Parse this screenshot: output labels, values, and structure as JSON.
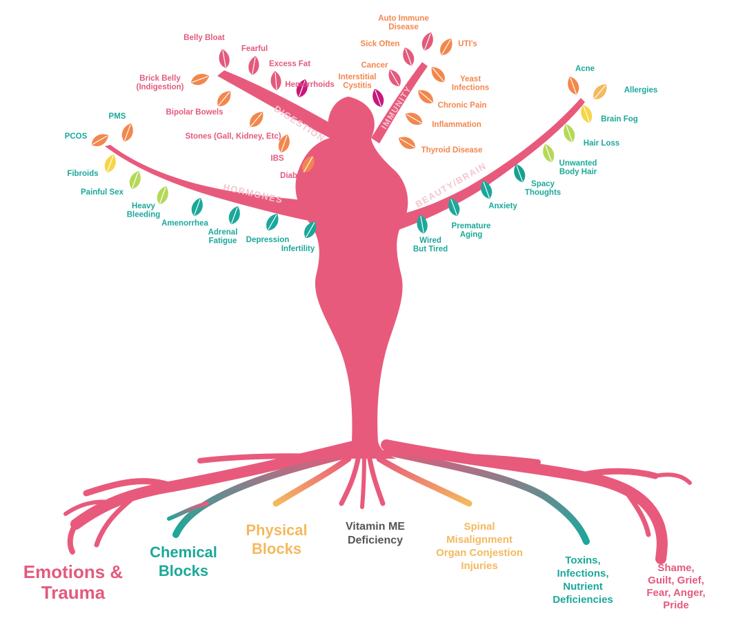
{
  "colors": {
    "body": "#E85A7C",
    "pink": "#E35A7C",
    "orange": "#F2874D",
    "teal": "#1BA89A",
    "gold": "#F4B95E",
    "gray": "#555555",
    "magenta": "#C6187A",
    "yellow": "#F7D54A",
    "lime": "#B6D85A",
    "tealdark": "#16A08F",
    "branchText": "#F4C6D2"
  },
  "branches": {
    "digestion": "DIGESTION",
    "immunity": "IMMUNITY",
    "hormones": "HORMONES",
    "beauty_brain": "BEAUTY/BRAIN"
  },
  "digestion": [
    {
      "id": "belly-bloat",
      "lines": [
        "Belly Bloat"
      ]
    },
    {
      "id": "fearful",
      "lines": [
        "Fearful"
      ]
    },
    {
      "id": "excess-fat",
      "lines": [
        "Excess Fat"
      ]
    },
    {
      "id": "brick-belly",
      "lines": [
        "Brick Belly",
        "(Indigestion)"
      ]
    },
    {
      "id": "hemorrhoids",
      "lines": [
        "Hemorrhoids"
      ]
    },
    {
      "id": "bipolar-bowels",
      "lines": [
        "Bipolar Bowels"
      ]
    },
    {
      "id": "stones",
      "lines": [
        "Stones (Gall, Kidney, Etc)"
      ]
    },
    {
      "id": "ibs",
      "lines": [
        "IBS"
      ]
    },
    {
      "id": "diabetes",
      "lines": [
        "Diabetes"
      ]
    }
  ],
  "immunity": [
    {
      "id": "auto-immune",
      "lines": [
        "Auto Immune",
        "Disease"
      ]
    },
    {
      "id": "sick-often",
      "lines": [
        "Sick Often"
      ]
    },
    {
      "id": "utis",
      "lines": [
        "UTI's"
      ]
    },
    {
      "id": "cancer",
      "lines": [
        "Cancer"
      ]
    },
    {
      "id": "interstitial-cystitis",
      "lines": [
        "Interstitial",
        "Cystitis"
      ]
    },
    {
      "id": "yeast-infections",
      "lines": [
        "Yeast",
        "Infections"
      ]
    },
    {
      "id": "chronic-pain",
      "lines": [
        "Chronic Pain"
      ]
    },
    {
      "id": "inflammation",
      "lines": [
        "Inflammation"
      ]
    },
    {
      "id": "thyroid-disease",
      "lines": [
        "Thyroid Disease"
      ]
    }
  ],
  "hormones": [
    {
      "id": "pms",
      "lines": [
        "PMS"
      ]
    },
    {
      "id": "pcos",
      "lines": [
        "PCOS"
      ]
    },
    {
      "id": "fibroids",
      "lines": [
        "Fibroids"
      ]
    },
    {
      "id": "painful-sex",
      "lines": [
        "Painful Sex"
      ]
    },
    {
      "id": "heavy-bleeding",
      "lines": [
        "Heavy",
        "Bleeding"
      ]
    },
    {
      "id": "amenorrhea",
      "lines": [
        "Amenorrhea"
      ]
    },
    {
      "id": "adrenal-fatigue",
      "lines": [
        "Adrenal",
        "Fatigue"
      ]
    },
    {
      "id": "depression",
      "lines": [
        "Depression"
      ]
    },
    {
      "id": "infertility",
      "lines": [
        "Infertility"
      ]
    }
  ],
  "beauty_brain": [
    {
      "id": "acne",
      "lines": [
        "Acne"
      ]
    },
    {
      "id": "allergies",
      "lines": [
        "Allergies"
      ]
    },
    {
      "id": "brain-fog",
      "lines": [
        "Brain Fog"
      ]
    },
    {
      "id": "hair-loss",
      "lines": [
        "Hair Loss"
      ]
    },
    {
      "id": "unwanted-body-hair",
      "lines": [
        "Unwanted",
        "Body Hair"
      ]
    },
    {
      "id": "spacy-thoughts",
      "lines": [
        "Spacy",
        "Thoughts"
      ]
    },
    {
      "id": "anxiety",
      "lines": [
        "Anxiety"
      ]
    },
    {
      "id": "premature-aging",
      "lines": [
        "Premature",
        "Aging"
      ]
    },
    {
      "id": "wired-but-tired",
      "lines": [
        "Wired",
        "But Tired"
      ]
    }
  ],
  "roots": [
    {
      "id": "emotions-trauma",
      "lines": [
        "Emotions &",
        "Trauma"
      ]
    },
    {
      "id": "chemical-blocks",
      "lines": [
        "Chemical",
        "Blocks"
      ]
    },
    {
      "id": "physical-blocks",
      "lines": [
        "Physical",
        "Blocks"
      ]
    },
    {
      "id": "vitamin-me",
      "lines": [
        "Vitamin ME",
        "Deficiency"
      ]
    },
    {
      "id": "spinal",
      "lines": [
        "Spinal",
        "Misalignment",
        "Organ Conjestion",
        "Injuries"
      ]
    },
    {
      "id": "toxins",
      "lines": [
        "Toxins,",
        "Infections,",
        "Nutrient",
        "Deficiencies"
      ]
    },
    {
      "id": "shame",
      "lines": [
        "Shame,",
        "Guilt, Grief,",
        "Fear, Anger,",
        "Pride"
      ]
    }
  ]
}
